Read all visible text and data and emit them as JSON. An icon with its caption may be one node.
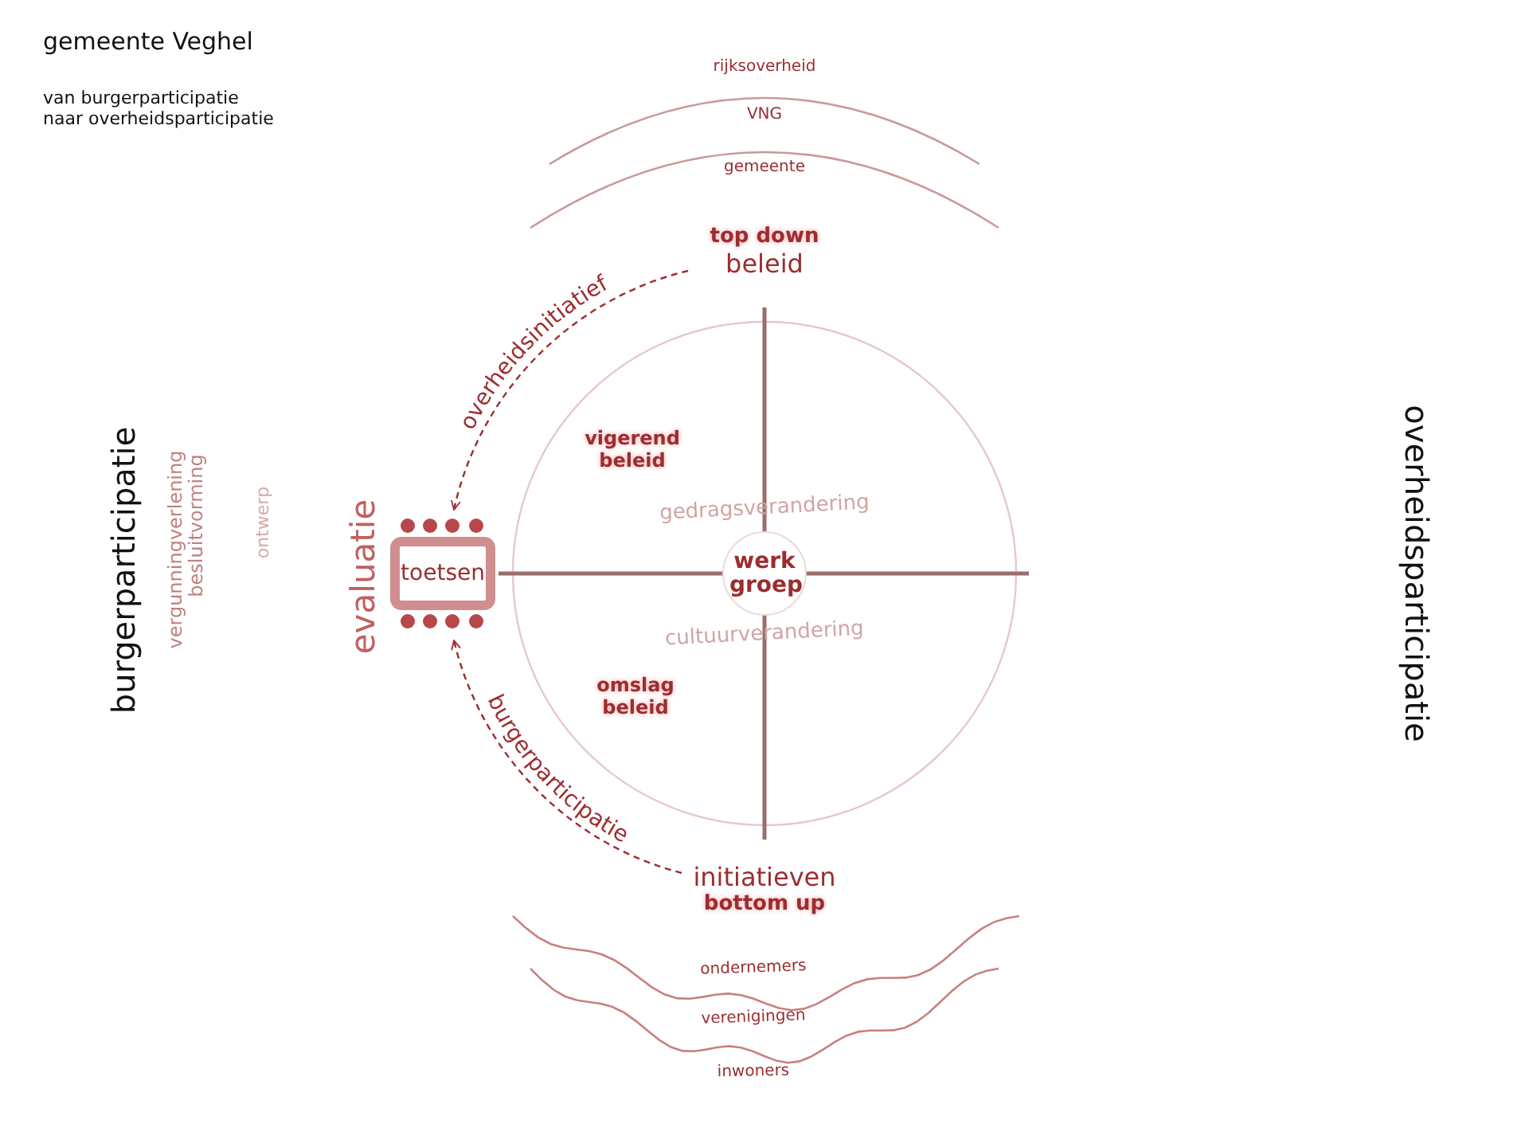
{
  "diagram": {
    "title": "gemeente Veghel",
    "nodes": [
      {
        "text": [
          "top down",
          "beleid"
        ]
      },
      {
        "text": [
          "toetsen"
        ]
      },
      {
        "text": [
          "initiatieven",
          "bottom up"
        ]
      },
      {
        "text": [
          "werk groep"
        ]
      }
    ],
    "edges": [
      {
        "from": 0,
        "to": 1,
        "arrow": "to",
        "style": "dashed",
        "label": "overheidsinitiatief"
      },
      {
        "from": 2,
        "to": 1,
        "arrow": "to",
        "style": "dashed",
        "label": "burgerparticipatie"
      }
    ],
    "labels": [
      "van burgerparticipatie naar overheidsparticipatie",
      "rijksoverheid",
      "VNG",
      "gemeente",
      "vigerend beleid",
      "gedragsverandering",
      "cultuurverandering",
      "omslag beleid",
      "burgerparticipatie",
      "vergunningverlening",
      "besluitvorming",
      "ontwerp",
      "evaluatie",
      "overheidsparticipatie",
      "ondernemers",
      "verenigingen",
      "inwoners"
    ]
  }
}
